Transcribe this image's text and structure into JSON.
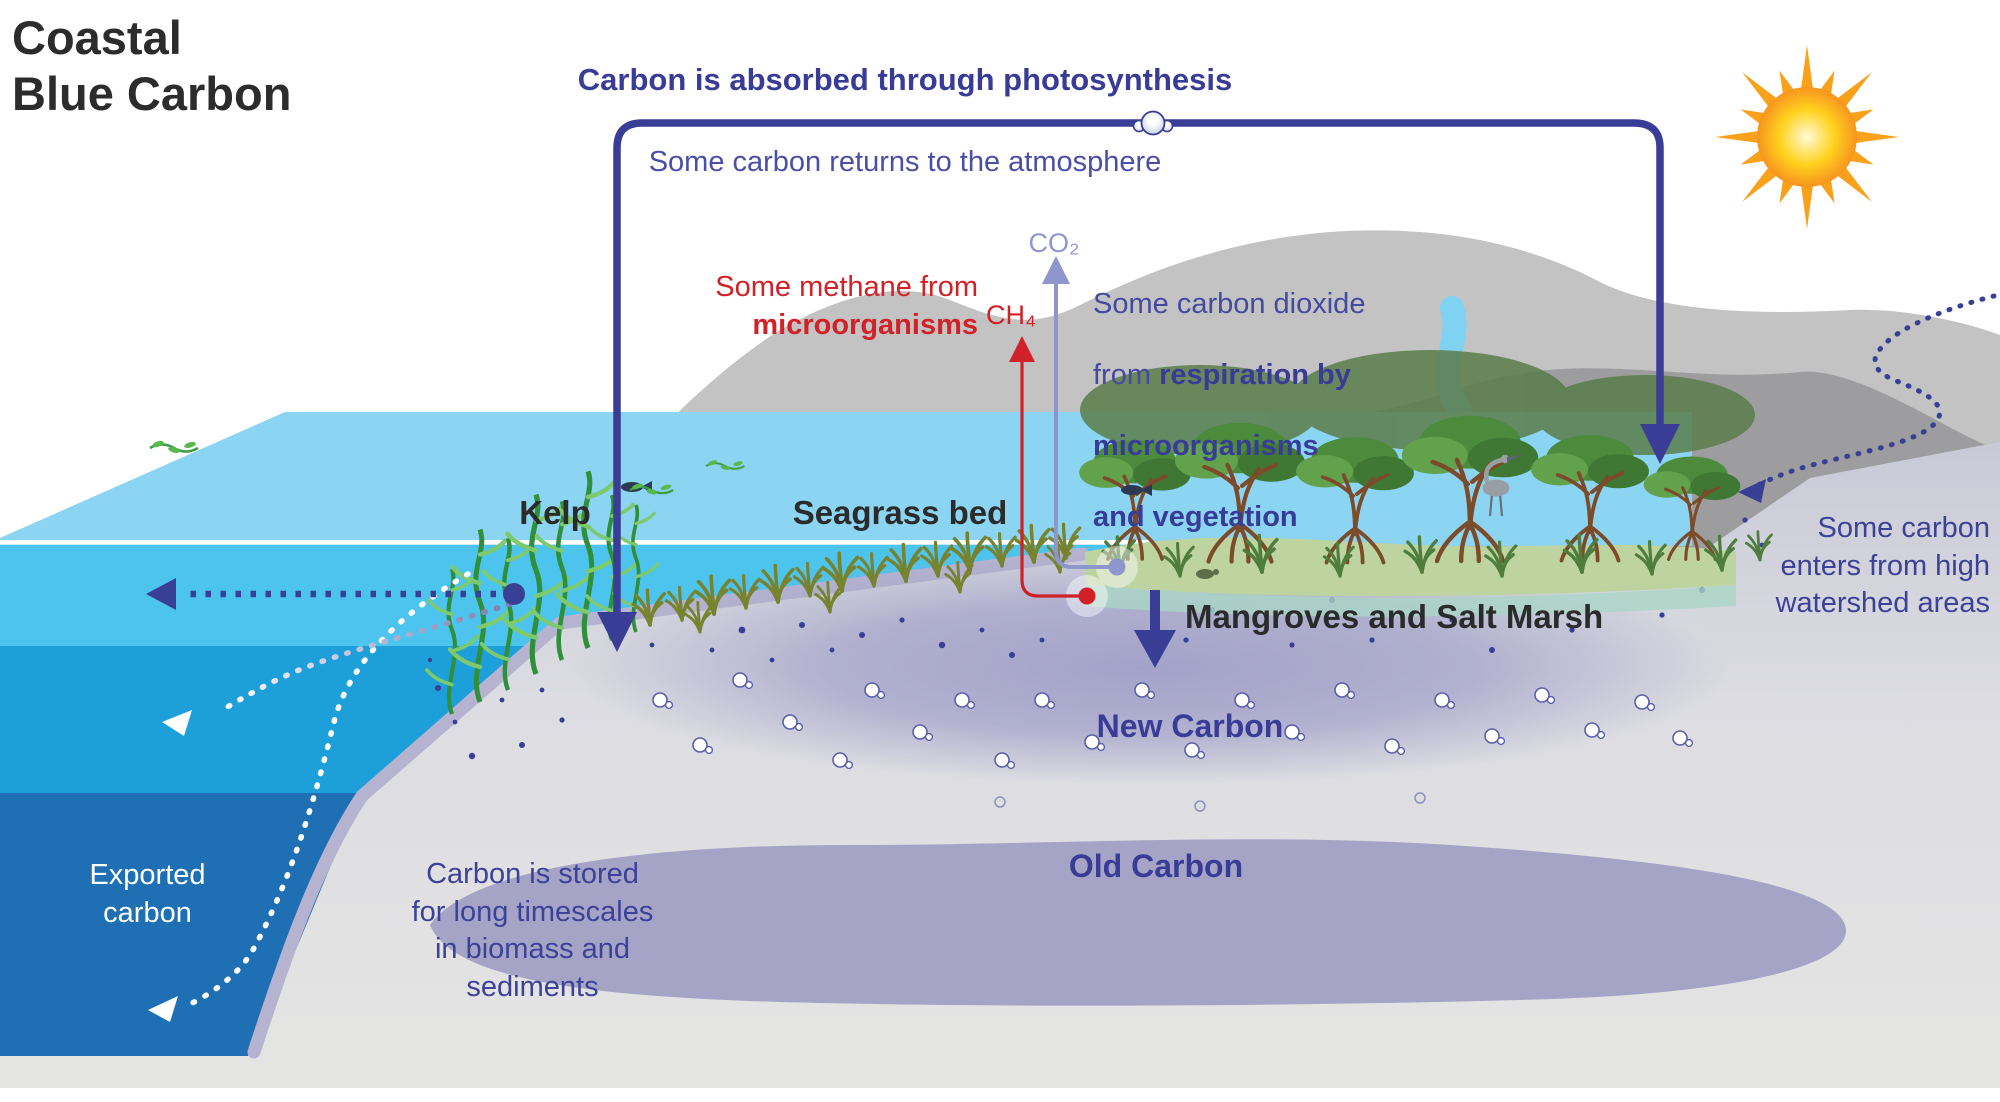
{
  "title": {
    "line1": "Coastal",
    "line2": "Blue Carbon"
  },
  "atmosphere": {
    "absorbed": "Carbon is absorbed through photosynthesis",
    "returns": "Some carbon returns to the atmosphere",
    "co2": "CO₂",
    "ch4": "CH₄",
    "methane_line1": "Some methane from",
    "methane_line2": "microorganisms",
    "respiration_l1": "Some carbon dioxide",
    "respiration_l2a": "from ",
    "respiration_l2b": "respiration by",
    "respiration_l3": "microorganisms",
    "respiration_l4": "and vegetation"
  },
  "habitats": {
    "kelp": "Kelp",
    "seagrass": "Seagrass bed",
    "mangroves": "Mangroves and Salt Marsh"
  },
  "carbon_pools": {
    "new_carbon": "New Carbon",
    "old_carbon": "Old Carbon"
  },
  "flows": {
    "exported_l1": "Exported",
    "exported_l2": "carbon",
    "stored_l1": "Carbon is stored",
    "stored_l2": "for long timescales",
    "stored_l3": "in biomass and",
    "stored_l4": "sediments",
    "watershed_l1": "Some carbon",
    "watershed_l2": "enters from high",
    "watershed_l3": "watershed areas"
  },
  "icons": {
    "sun_icon": "radiating sun glyph",
    "molecule_icon": "linked-spheres CO2 molecule",
    "heron_icon": "wading heron silhouette",
    "fish_icon": "small fish silhouette"
  },
  "colors": {
    "indigo_text": "#383c96",
    "indigo_light": "#8e96cc",
    "red": "#d22127",
    "water_surface": "#8bd4f2",
    "water_mid": "#4cc4ed",
    "water_deep": "#1d9fda",
    "water_deepest": "#1e6fb4",
    "sediment": "#dcdce2",
    "lavender": "#a5a4c6",
    "mountain_light": "#c3c3c4",
    "mountain_dark": "#9d9da0",
    "sun_orange": "#f7941e"
  }
}
